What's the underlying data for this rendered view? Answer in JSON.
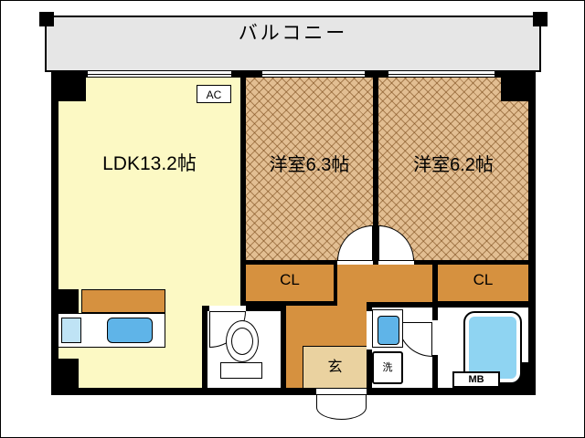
{
  "labels": {
    "balcony": "バルコニー",
    "ldk": "LDK13.2帖",
    "room_a": "洋室6.3帖",
    "room_b": "洋室6.2帖",
    "closet_a": "CL",
    "closet_b": "CL",
    "air_conditioner": "AC",
    "entrance": "玄",
    "washer": "洗",
    "meter_box": "MB"
  },
  "colors": {
    "wall": "#000000",
    "balcony_floor": "#e6e6e6",
    "ldk_floor": "#fcf9c4",
    "western_room_floor": "#e2be92",
    "hatch_line": "#784818",
    "hallway_floor": "#d6913f",
    "closet_floor": "#d6913f",
    "entrance_floor": "#ead2a0",
    "bathtub": "#8fd4f2",
    "sink": "#5fb4e8"
  }
}
